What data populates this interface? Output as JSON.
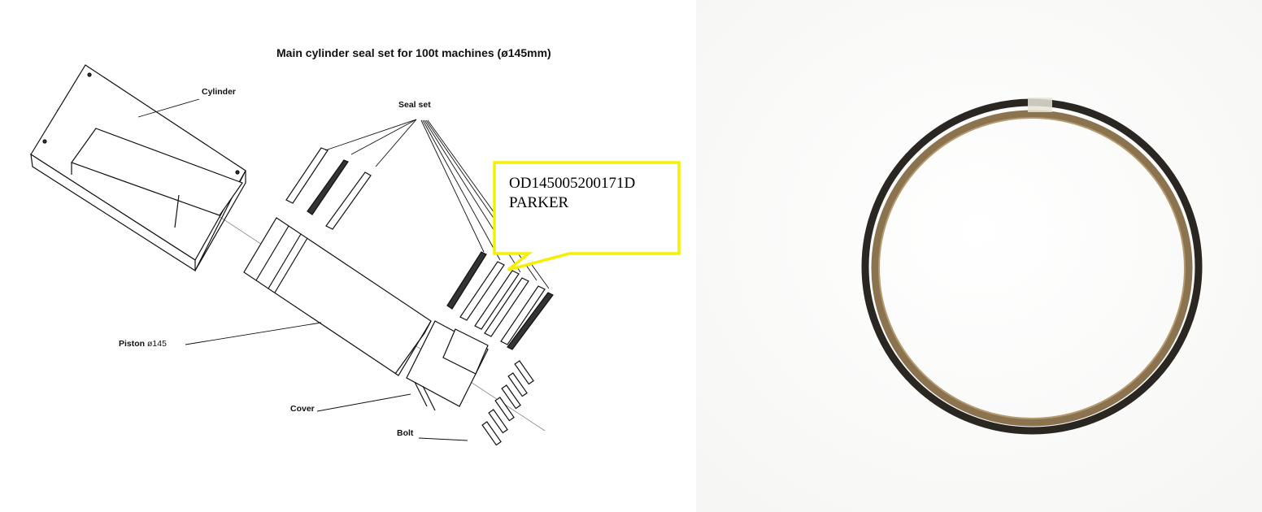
{
  "diagram": {
    "title": "Main cylinder seal set for 100t machines (ø145mm)",
    "labels": {
      "cylinder": "Cylinder",
      "seal_set": "Seal set",
      "piston": "Piston",
      "piston_dim": "ø145",
      "cover": "Cover",
      "bolt": "Bolt"
    },
    "callout": {
      "part_number": "OD145005200171D",
      "brand": "PARKER",
      "border_color": "#f5f000"
    }
  },
  "photo": {
    "subject": "seal-ring",
    "outer_ring_color": "#2a2622",
    "inner_ring_color": "#8c7350",
    "background_color": "#fdfdfd"
  }
}
